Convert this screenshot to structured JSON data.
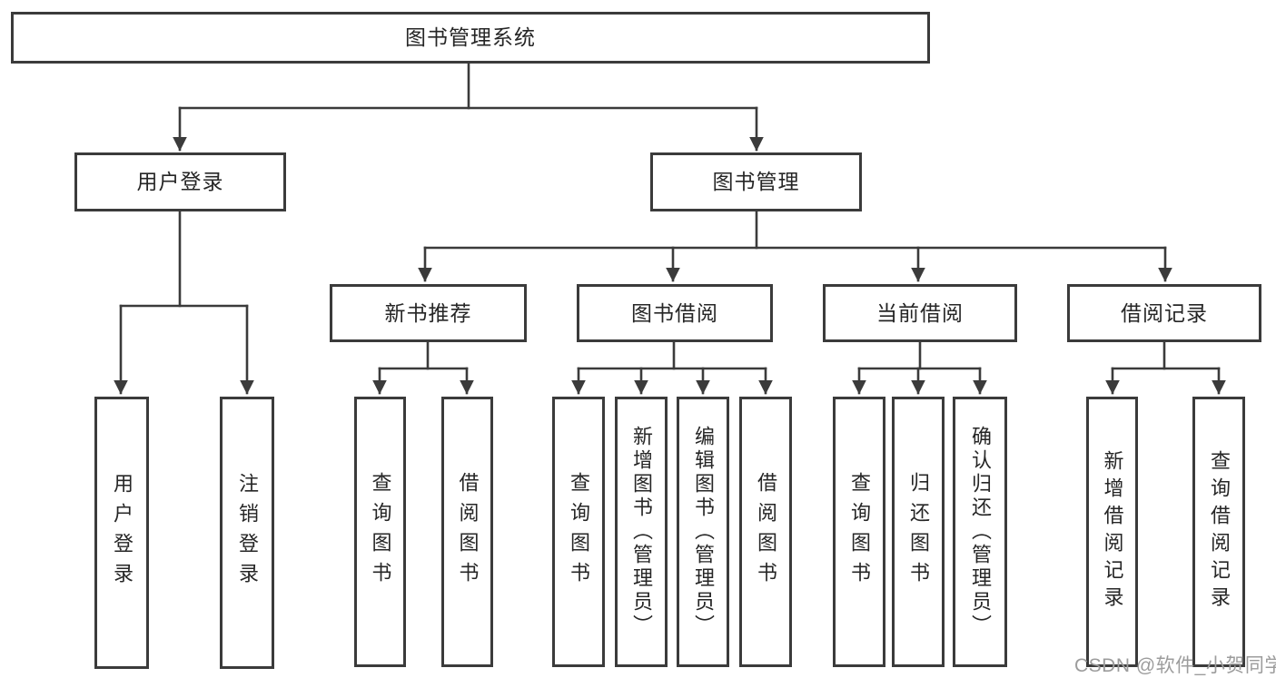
{
  "diagram_title": "图书管理系统",
  "watermark": "CSDN @软件_小贺同学",
  "colors": {
    "line": "#3b3b3b",
    "text": "#262626",
    "watermark": "#9c9c9c",
    "background": "#ffffff"
  },
  "nodes": {
    "root": {
      "label": "图书管理系统"
    },
    "user_login": {
      "label": "用户登录"
    },
    "book_mgmt": {
      "label": "图书管理"
    },
    "new_book_rec": {
      "label": "新书推荐"
    },
    "book_borrow": {
      "label": "图书借阅"
    },
    "current_borrow": {
      "label": "当前借阅"
    },
    "borrow_record": {
      "label": "借阅记录"
    },
    "ul_user_login": {
      "label": "用户登录"
    },
    "ul_logout": {
      "label": "注销登录"
    },
    "nb_query_book": {
      "label": "查询图书"
    },
    "nb_borrow_book": {
      "label": "借阅图书"
    },
    "bb_query_book": {
      "label": "查询图书"
    },
    "bb_add_book": {
      "label": "新增图书（管理员）"
    },
    "bb_edit_book": {
      "label": "编辑图书（管理员）"
    },
    "bb_borrow_book": {
      "label": "借阅图书"
    },
    "cb_query_book": {
      "label": "查询图书"
    },
    "cb_return_book": {
      "label": "归还图书"
    },
    "cb_confirm_return": {
      "label": "确认归还（管理员）"
    },
    "br_add_record": {
      "label": "新增借阅记录"
    },
    "br_query_record": {
      "label": "查询借阅记录"
    }
  }
}
